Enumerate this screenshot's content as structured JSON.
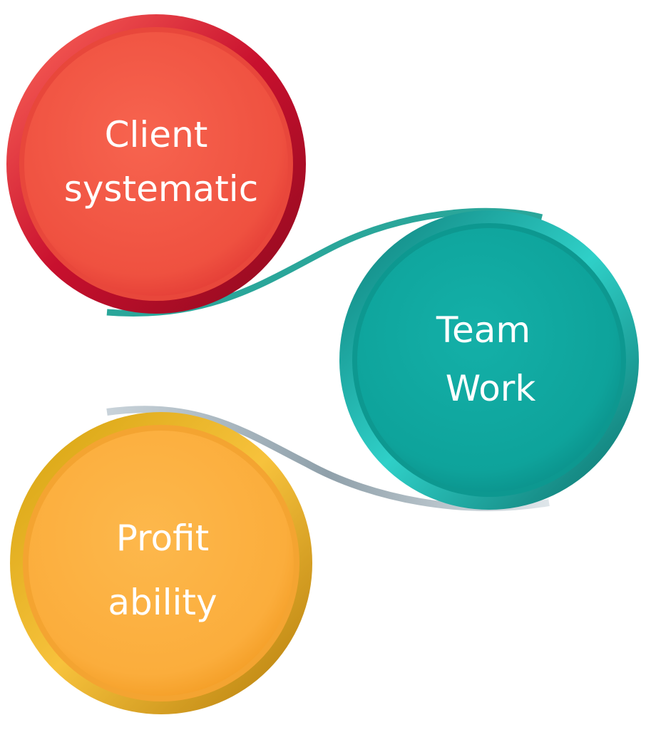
{
  "circles": [
    {
      "id": "client",
      "line1": "Client",
      "line2": "systematic",
      "color": "#f05545",
      "rim": "#c8102e"
    },
    {
      "id": "team",
      "line1": "Team",
      "line2": "Work",
      "color": "#10a8a0",
      "rim": "#0b7f7a"
    },
    {
      "id": "profit",
      "line1": "Profit",
      "line2": "ability",
      "color": "#fbb040",
      "rim": "#d99a12"
    }
  ],
  "ribbons": {
    "top_color": "#2aa69a",
    "bottom_color": "#b8c4cc"
  }
}
